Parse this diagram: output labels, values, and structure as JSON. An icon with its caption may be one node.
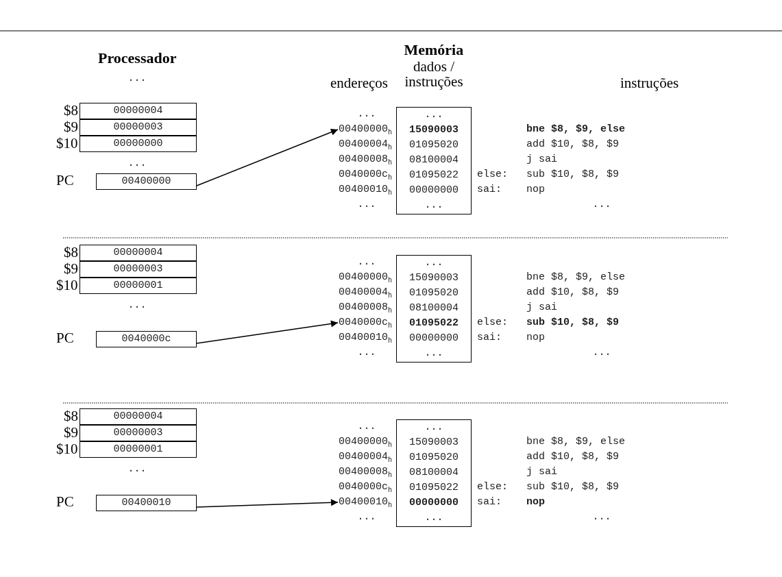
{
  "diagram": {
    "nodes": [
      {
        "text": [
          "00000004"
        ],
        "beside": [
          "$8"
        ]
      },
      {
        "text": [
          "00000003"
        ],
        "beside": [
          "$9"
        ]
      },
      {
        "text": [
          "00000000"
        ],
        "beside": [
          "$10"
        ]
      },
      {
        "text": [
          "00400000"
        ],
        "beside": [
          "PC"
        ]
      },
      {
        "text": [
          "00400000$_{h}$"
        ]
      },
      {
        "text": [
          "...",
          "**15090003**",
          "01095020",
          "08100004",
          "01095022",
          "00000000",
          "..."
        ]
      },
      {
        "text": [
          "00000004"
        ],
        "beside": [
          "$8"
        ]
      },
      {
        "text": [
          "00000003"
        ],
        "beside": [
          "$9"
        ]
      },
      {
        "text": [
          "00000001"
        ],
        "beside": [
          "$10"
        ]
      },
      {
        "text": [
          "0040000c"
        ],
        "beside": [
          "PC"
        ]
      },
      {
        "text": [
          "0040000c$_{h}$"
        ]
      },
      {
        "text": [
          "...",
          "15090003",
          "01095020",
          "08100004",
          "**01095022**",
          "00000000",
          "..."
        ]
      },
      {
        "text": [
          "00000004"
        ],
        "beside": [
          "$8"
        ]
      },
      {
        "text": [
          "00000003"
        ],
        "beside": [
          "$9"
        ]
      },
      {
        "text": [
          "00000001"
        ],
        "beside": [
          "$10"
        ]
      },
      {
        "text": [
          "00400010"
        ],
        "beside": [
          "PC"
        ]
      },
      {
        "text": [
          "00400010$_{h}$"
        ]
      },
      {
        "text": [
          "...",
          "15090003",
          "01095020",
          "08100004",
          "01095022",
          "**00000000**",
          "..."
        ]
      }
    ],
    "edges": [
      {
        "from": 3,
        "to": 4,
        "arrow": "to"
      },
      {
        "from": 9,
        "to": 10,
        "arrow": "to"
      },
      {
        "from": 15,
        "to": 16,
        "arrow": "to"
      }
    ],
    "labels": [
      "Processador",
      "Memória",
      "endereços",
      "dados / instruções",
      "instruções",
      "...",
      "...",
      "...",
      "00400004$_{h}$",
      "00400008$_{h}$",
      "0040000c$_{h}$",
      "00400010$_{h}$",
      "...",
      "**bne $8, $9, else**",
      "add $10, $8, $9",
      "j sai",
      "else:",
      "sub $10, $8, $9",
      "sai:",
      "nop",
      "...",
      "...",
      "...",
      "00400000$_{h}$",
      "00400004$_{h}$",
      "00400008$_{h}$",
      "00400010$_{h}$",
      "...",
      "bne $8, $9, else",
      "add $10, $8, $9",
      "j sai",
      "else:",
      "**sub $10, $8, $9**",
      "sai:",
      "nop",
      "...",
      "...",
      "...",
      "00400000$_{h}$",
      "00400004$_{h}$",
      "00400008$_{h}$",
      "0040000c$_{h}$",
      "...",
      "bne $8, $9, else",
      "add $10, $8, $9",
      "j sai",
      "else:",
      "sub $10, $8, $9",
      "sai:",
      "**nop**",
      "..."
    ]
  }
}
